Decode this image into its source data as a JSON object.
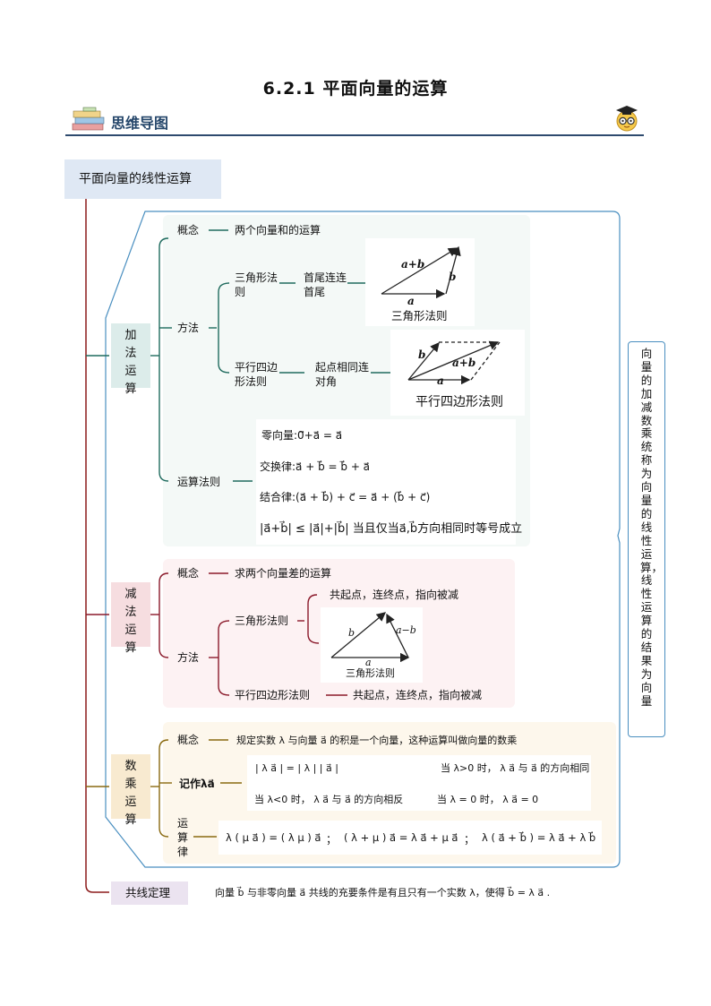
{
  "page_title": "6.2.1 平面向量的运算",
  "banner_label": "思维导图",
  "root_box": "平面向量的线性运算",
  "addition": {
    "label": "加法运算",
    "concept_label": "概念",
    "concept_text": "两个向量和的运算",
    "method_label": "方法",
    "triangle_rule_label": "三角形法则",
    "triangle_rule_desc": "首尾连连首尾",
    "triangle_fig": {
      "caption": "三角形法则",
      "sum_label": "a+b",
      "a_label": "a",
      "b_label": "b"
    },
    "parallelogram_rule_label": "平行四边形法则",
    "parallelogram_rule_desc": "起点相同连对角",
    "parallelogram_fig": {
      "caption": "平行四边形法则",
      "sum_label": "a+b",
      "a_label": "a",
      "b_label": "b"
    },
    "laws_label": "运算法则",
    "laws": [
      "零向量:0⃗+a⃗ = a⃗",
      "交换律:a⃗ + b⃗ = b⃗ + a⃗",
      "结合律:(a⃗ + b⃗) + c⃗ = a⃗ + (b⃗ + c⃗)",
      "|a⃗+b⃗| ≤ |a⃗|+|b⃗| 当且仅当a⃗,b⃗方向相同时等号成立"
    ]
  },
  "subtraction": {
    "label": "减法运算",
    "concept_label": "概念",
    "concept_text": "求两个向量差的运算",
    "method_label": "方法",
    "triangle_rule_label": "三角形法则",
    "triangle_rule_desc": "共起点，连终点，指向被减",
    "triangle_fig": {
      "caption": "三角形法则",
      "a_label": "a",
      "b_label": "b",
      "diff_label": "a−b"
    },
    "parallelogram_rule_label": "平行四边形法则",
    "parallelogram_rule_desc": "共起点，连终点，指向被减"
  },
  "scalar": {
    "label": "数乘运算",
    "concept_label": "概念",
    "concept_text": "规定实数 λ 与向量 a⃗ 的积是一个向量，这种运算叫做向量的数乘",
    "notation_label": "记作λa⃗",
    "notation_items": [
      "| λ a⃗ | = | λ | | a⃗ |",
      "当 λ>0 时， λ a⃗ 与 a⃗ 的方向相同",
      "当 λ<0 时， λ a⃗ 与 a⃗ 的方向相反",
      "当 λ = 0 时， λ a⃗ = 0"
    ],
    "laws_label": "运算律",
    "laws": [
      "λ ( μ a⃗ ) = ( λ μ ) a⃗",
      "( λ + μ ) a⃗ = λ a⃗ + μ a⃗",
      "λ ( a⃗ + b⃗ ) = λ a⃗ + λ b⃗"
    ],
    "law_separator": "；"
  },
  "collinear": {
    "label": "共线定理",
    "text": "向量 b⃗ 与非零向量 a⃗ 共线的充要条件是有且只有一个实数 λ，使得 b⃗ = λ a⃗ ."
  },
  "summary": "向量的加减数乘统称为向量的线性运算，线性运算的结果为向量",
  "colors": {
    "trunk": "#8b1a1a",
    "add_branch": "#1f6b5e",
    "sub_branch": "#8b1a2b",
    "scalar_branch": "#8a6a10",
    "outline": "#4a8fc0"
  }
}
